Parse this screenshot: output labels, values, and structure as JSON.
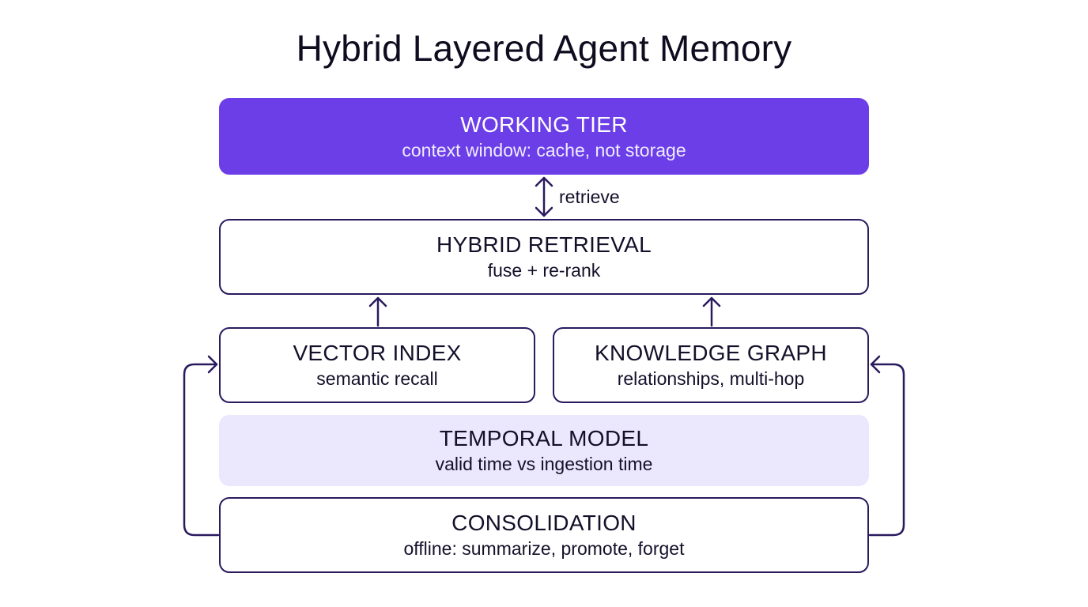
{
  "title": "Hybrid Layered Agent Memory",
  "tiers": {
    "working": {
      "name": "WORKING TIER",
      "sub": "context window: cache, not storage"
    },
    "retrieval": {
      "name": "HYBRID RETRIEVAL",
      "sub": "fuse + re-rank"
    },
    "vector": {
      "name": "VECTOR INDEX",
      "sub": "semantic recall"
    },
    "graph": {
      "name": "KNOWLEDGE GRAPH",
      "sub": "relationships, multi-hop"
    },
    "temporal": {
      "name": "TEMPORAL MODEL",
      "sub": "valid time vs ingestion time"
    },
    "consolidation": {
      "name": "CONSOLIDATION",
      "sub": "offline: summarize, promote, forget"
    }
  },
  "edges": {
    "working_retrieval_label": "retrieve"
  },
  "colors": {
    "accent": "#6b3ee8",
    "outline": "#2a1a5e",
    "temporal_fill": "#ebe7fc"
  },
  "icons": {
    "bidirectional": "double-arrow-icon",
    "up": "arrow-up-icon",
    "feedback": "feedback-arrow-icon"
  }
}
